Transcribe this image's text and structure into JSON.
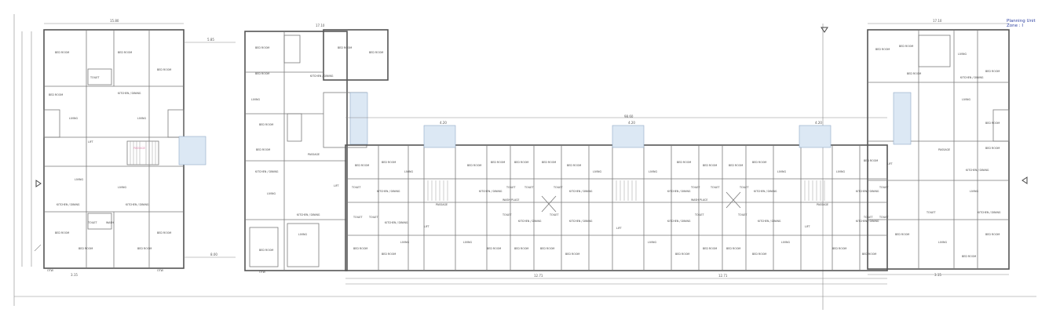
{
  "title_block": {
    "line1": "Planning Unit",
    "line2": "Zone : I"
  },
  "room_labels": {
    "bed_room": "BED ROOM",
    "living": "LIVING",
    "kitchen_dining": "KITCHEN / DINING",
    "toilet": "TOILET",
    "wash": "WASH",
    "lift": "LIFT",
    "passage": "PASSAGE",
    "wash_place": "WASH PLACE",
    "otw": "OTW"
  },
  "dimensions": {
    "d_1": "15.80",
    "d_2": "17.10",
    "d_3": "17.10",
    "d_4": "5.85",
    "d_5": "4.20",
    "d_6": "98.60",
    "d_7": "8.00",
    "d_8": "12.71",
    "d_9": "3.15"
  },
  "colors": {
    "wall": "#555555",
    "shaft_fill": "#dce8f4",
    "pink_label": "#e28ab0",
    "title_blue": "#2b3fa0"
  }
}
